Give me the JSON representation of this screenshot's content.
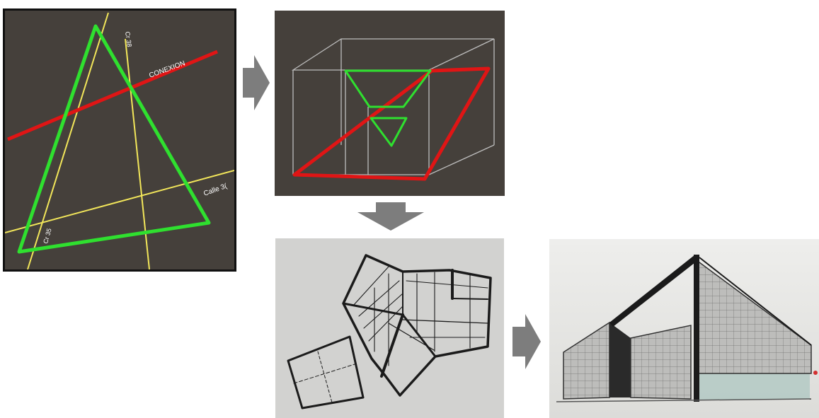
{
  "panel_site_plan": {
    "street_labels": {
      "connection": "CONEXION",
      "street_cr38": "Cr 38",
      "street_calle": "Calle 3(",
      "street_cr35": "Cr 35"
    },
    "colors": {
      "background": "#45403b",
      "triangle": "#2fe02f",
      "connection_axis": "#e01515",
      "streets": "#f2e65a"
    }
  },
  "panel_volume_diagram": {
    "colors": {
      "frame": "#bdbdbd",
      "plane": "#e01515",
      "voids": "#2fe02f"
    }
  },
  "panel_hand_sketch": {
    "medium": "ink-on-paper"
  },
  "panel_final_render": {
    "medium": "pencil-perspective"
  },
  "flow_arrows": [
    "right",
    "down",
    "right"
  ]
}
